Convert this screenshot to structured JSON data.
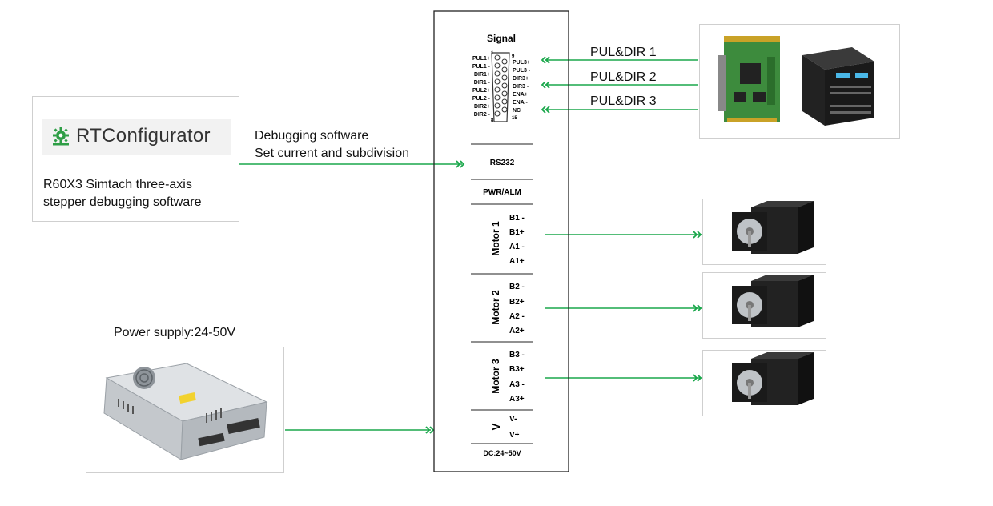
{
  "software": {
    "logo_text": "RTConfigurator",
    "description_line1": "R60X3 Simtach three-axis",
    "description_line2": "stepper debugging software",
    "link_label_line1": "Debugging software",
    "link_label_line2": "Set current and subdivision"
  },
  "power": {
    "title": "Power supply:24-50V"
  },
  "controllers": {
    "lines": [
      "PUL&DIR 1",
      "PUL&DIR 2",
      "PUL&DIR 3"
    ]
  },
  "driver": {
    "signal_title": "Signal",
    "pins_left": [
      "PUL1+",
      "PUL1 -",
      "DIR1+",
      "DIR1 -",
      "PUL2+",
      "PUL2 -",
      "DIR2+",
      "DIR2 -"
    ],
    "pins_right": [
      "PUL3+",
      "PUL3 -",
      "DIR3+",
      "DIR3 -",
      "ENA+",
      "ENA -",
      "NC"
    ],
    "pin_numbers": [
      "1",
      "9",
      "8",
      "15"
    ],
    "rs232": "RS232",
    "pwr_alm": "PWR/ALM",
    "motor1_label": "Motor 1",
    "motor1_pins": [
      "B1 -",
      "B1+",
      "A1 -",
      "A1+"
    ],
    "motor2_label": "Motor 2",
    "motor2_pins": [
      "B2 -",
      "B2+",
      "A2 -",
      "A2+"
    ],
    "motor3_label": "Motor 3",
    "motor3_pins": [
      "B3 -",
      "B3+",
      "A3 -",
      "A3+"
    ],
    "v_label": "V",
    "v_pins": [
      "V-",
      "V+"
    ],
    "dc_label": "DC:24~50V"
  },
  "colors": {
    "wire": "#1aa74b",
    "logo_green": "#2e9e46",
    "psu_body": "#c8ccd0",
    "stepper_body": "#222222"
  }
}
